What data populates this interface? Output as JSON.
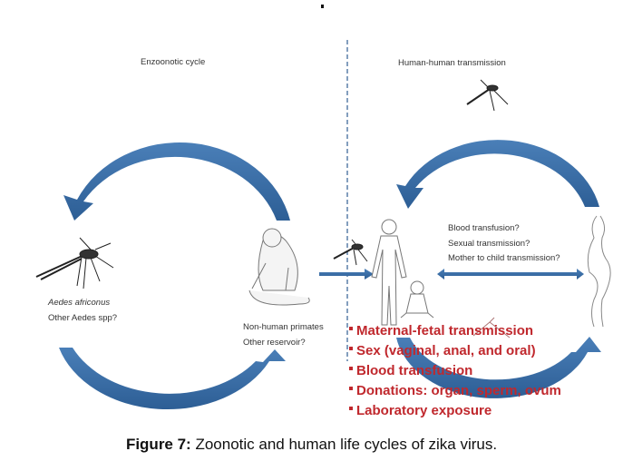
{
  "colors": {
    "arrow": "#3b6fa8",
    "arrow_dark": "#2a5a90",
    "bullet_text": "#c0282d"
  },
  "enzootic": {
    "title": "Enzoonotic cycle",
    "vector_species": "Aedes africonus",
    "vector_other": "Other Aedes spp?",
    "reservoir_1": "Non-human primates",
    "reservoir_2": "Other reservoir?"
  },
  "human": {
    "title": "Human-human transmission",
    "questions": [
      "Blood transfusion?",
      "Sexual transmission?",
      "Mother to child transmission?"
    ]
  },
  "routes": [
    "Maternal-fetal transmission",
    "Sex (vaginal, anal, and oral)",
    "Blood transfusion",
    "Donations: organ, sperm, ovum",
    "Laboratory exposure"
  ],
  "caption": {
    "label": "Figure 7:",
    "text": " Zoonotic and human life cycles of zika virus."
  }
}
